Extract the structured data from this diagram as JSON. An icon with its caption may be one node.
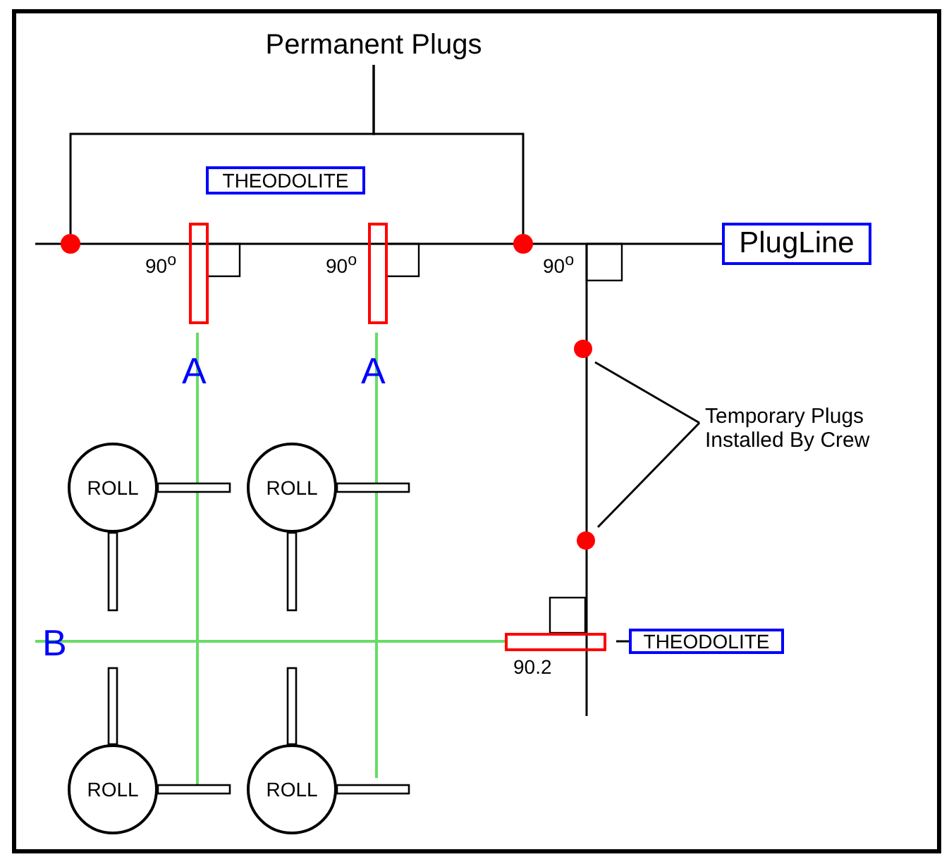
{
  "diagram": {
    "nodes": [
      {
        "text": [
          "Permanent Plugs"
        ]
      },
      {
        "text": [],
        "shape": "circle"
      },
      {
        "text": [],
        "shape": "circle"
      },
      {
        "text": [
          "THEODOLITE"
        ]
      },
      {
        "text": [],
        "shape": "box"
      },
      {
        "text": [],
        "shape": "box"
      },
      {
        "text": [
          "PlugLine"
        ]
      },
      {
        "text": [
          "Temporary Plugs Installed By Crew"
        ]
      },
      {
        "text": [],
        "shape": "circle"
      },
      {
        "text": [],
        "shape": "circle"
      },
      {
        "text": [],
        "shape": "box"
      },
      {
        "text": [
          "THEODOLITE"
        ]
      },
      {
        "text": [
          "ROLL"
        ]
      },
      {
        "text": [
          "ROLL"
        ]
      },
      {
        "text": [
          "ROLL"
        ]
      },
      {
        "text": [
          "ROLL"
        ]
      }
    ],
    "edges": [
      {
        "from": 0,
        "to": 1,
        "arrow": "none"
      },
      {
        "from": 0,
        "to": 2,
        "arrow": "none"
      },
      {
        "from": 7,
        "to": 8,
        "arrow": "none"
      },
      {
        "from": 7,
        "to": 9,
        "arrow": "none"
      },
      {
        "from": 11,
        "to": 10,
        "arrow": "none"
      },
      {
        "from": 6,
        "to": null,
        "arrow": "none"
      }
    ],
    "labels": [
      "90$^{o}$",
      "90$^{o}$",
      "90$^{o}$",
      "A",
      "A",
      "B",
      "90.2"
    ]
  }
}
